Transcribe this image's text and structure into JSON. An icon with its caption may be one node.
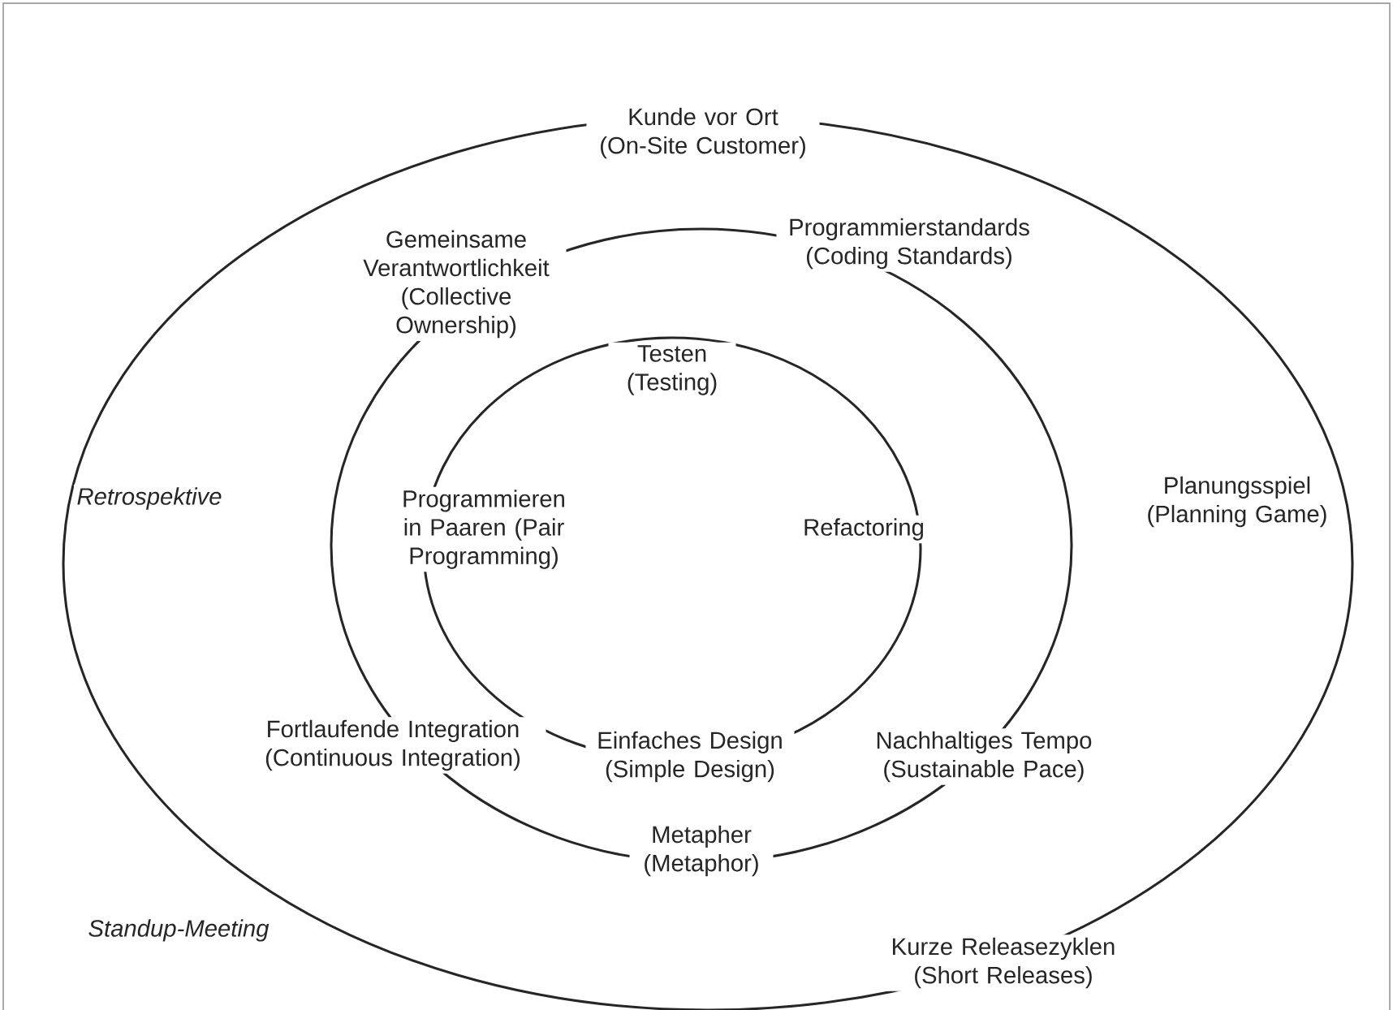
{
  "diagram": {
    "labels": [
      "Kunde vor Ort (On-Site Customer)",
      "Gemeinsame Verantwortlichkeit (Collective Ownership)",
      "Programmierstandards (Coding Standards)",
      "Testen (Testing)",
      "Retrospektive",
      "Programmieren in Paaren (Pair Programming)",
      "Refactoring",
      "Planungsspiel (Planning Game)",
      "Fortlaufende Integration (Continuous Integration)",
      "Einfaches Design (Simple Design)",
      "Nachhaltiges Tempo (Sustainable Pace)",
      "Metapher (Metaphor)",
      "Standup-Meeting",
      "Kurze Releasezyklen (Short Releases)"
    ]
  }
}
